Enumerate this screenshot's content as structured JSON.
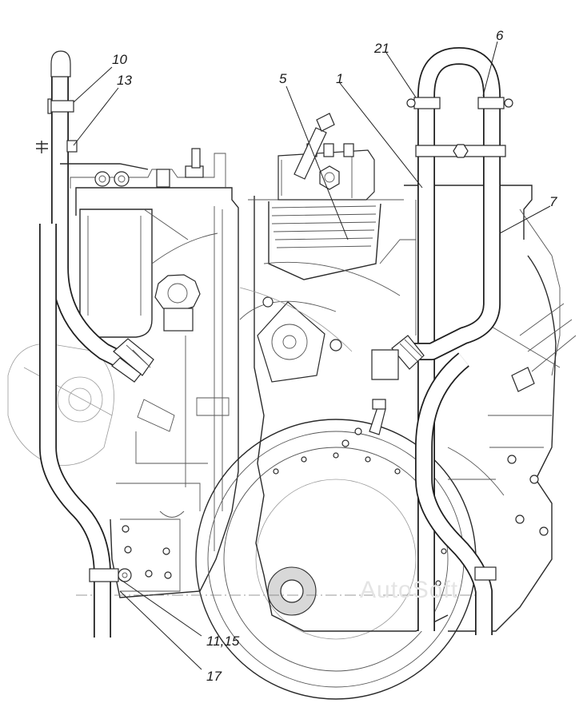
{
  "callouts": [
    {
      "id": "10",
      "label": "10"
    },
    {
      "id": "13",
      "label": "13"
    },
    {
      "id": "5",
      "label": "5"
    },
    {
      "id": "1",
      "label": "1"
    },
    {
      "id": "21",
      "label": "21"
    },
    {
      "id": "6",
      "label": "6"
    },
    {
      "id": "7",
      "label": "7"
    },
    {
      "id": "11-15",
      "label": "11,15"
    },
    {
      "id": "17",
      "label": "17"
    }
  ],
  "watermark": "AutoSoft",
  "colors": {
    "line": "#2a2a2a",
    "background": "#ffffff",
    "watermark": "#e4e4e4"
  }
}
